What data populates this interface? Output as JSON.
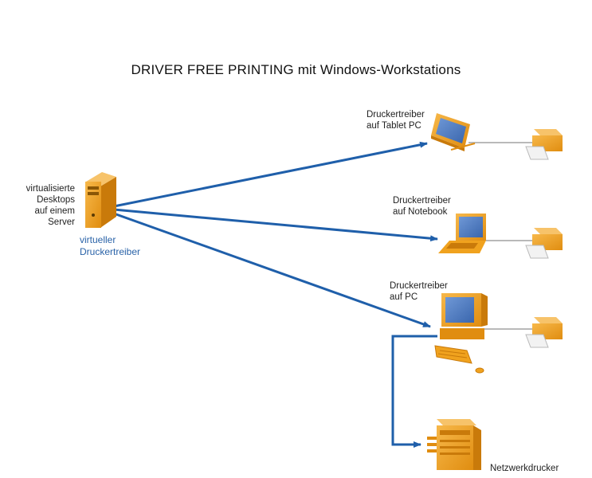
{
  "diagram": {
    "title": "DRIVER FREE PRINTING mit Windows-Workstations",
    "server": {
      "label_lines": [
        "virtualisierte",
        "Desktops",
        "auf einem Server"
      ],
      "driver_lines": [
        "virtueller",
        "Druckertreiber"
      ]
    },
    "tablet": {
      "label_lines": [
        "Druckertreiber",
        "auf Tablet PC"
      ]
    },
    "notebook": {
      "label_lines": [
        "Druckertreiber",
        "auf Notebook"
      ]
    },
    "pc": {
      "label_lines": [
        "Druckertreiber",
        "auf PC"
      ]
    },
    "network_printer": {
      "label": "Netzwerkdrucker"
    },
    "colors": {
      "arrow": "#1f5faa",
      "device_orange": "#f0a21e",
      "device_dark": "#c97a0a",
      "screen_blue": "#4b79c2",
      "connector_gray": "#b9b9b9"
    }
  }
}
